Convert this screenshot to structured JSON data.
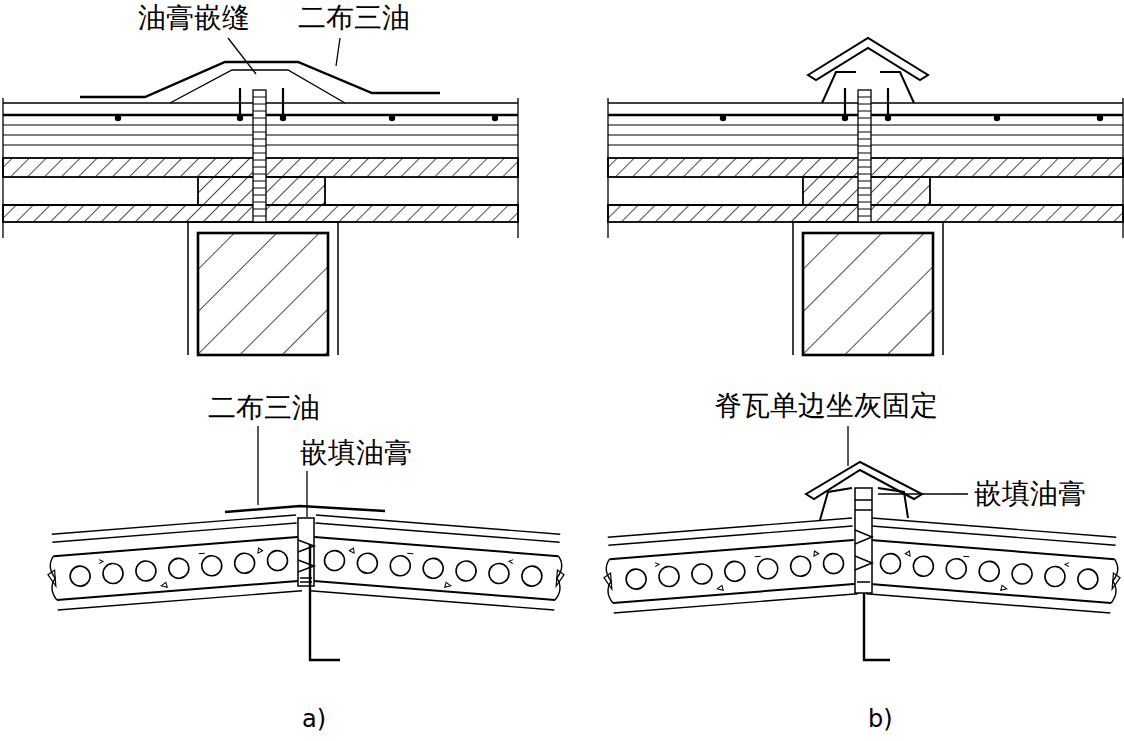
{
  "diagram": {
    "labels": [
      "油膏嵌缝",
      "二布三油",
      "二布三油",
      "嵌填油膏",
      "脊瓦单边坐灰固定",
      "嵌填油膏",
      "a)",
      "b)"
    ]
  }
}
